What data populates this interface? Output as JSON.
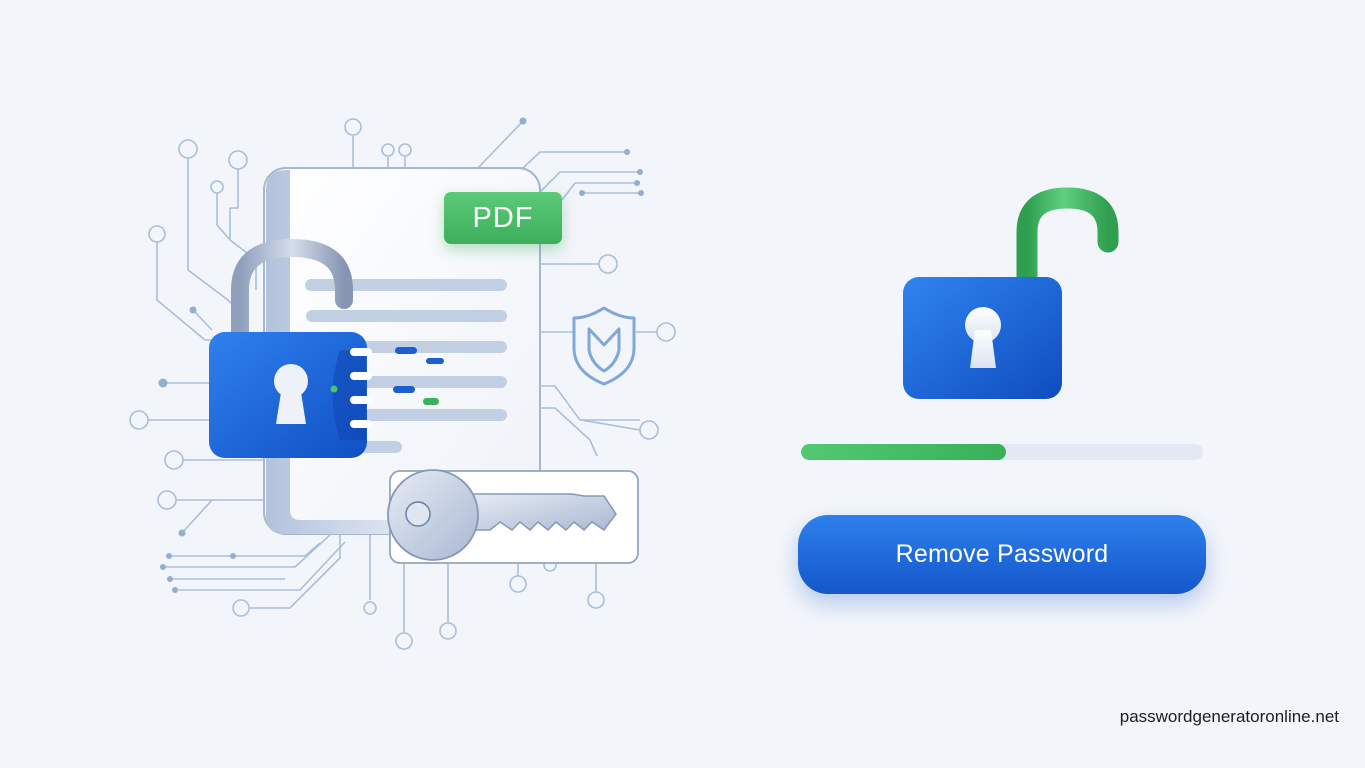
{
  "illustration": {
    "badge_label": "PDF",
    "icons": [
      "padlock-open-icon",
      "document-icon",
      "key-icon",
      "shield-icon",
      "circuit-lines"
    ]
  },
  "status": {
    "icon": "unlocked-padlock-icon",
    "progress_percent": 51,
    "progress_width": "51%"
  },
  "action": {
    "button_label": "Remove Password"
  },
  "footer": {
    "watermark": "passwordgeneratoronline.net"
  },
  "colors": {
    "background": "#f2f5fa",
    "primary_blue": "#1f66dd",
    "accent_green": "#3cb25d",
    "circuit_line": "#a9bfd9",
    "track": "#e3e9f3"
  }
}
